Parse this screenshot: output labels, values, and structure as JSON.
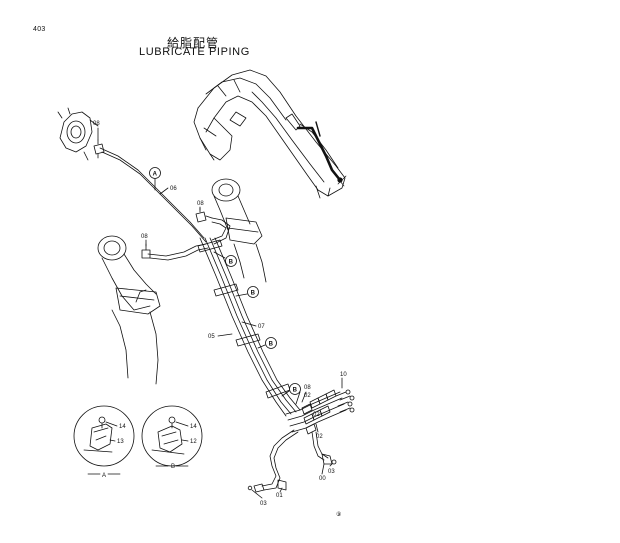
{
  "page_number": "403",
  "title_jp": "給脂配管",
  "title_en": "LUBRICATE PIPING",
  "callouts": {
    "a": "A",
    "b": "B"
  },
  "parts": {
    "p01": "01",
    "p02": "02",
    "p03": "03",
    "p05": "05",
    "p06": "06",
    "p07": "07",
    "p08": "08",
    "p10": "10",
    "p12": "12",
    "p13": "13",
    "p14": "14",
    "p00": "00"
  },
  "details": {
    "a_label": "A",
    "b_label": "B"
  },
  "footer_mark": "⑨"
}
